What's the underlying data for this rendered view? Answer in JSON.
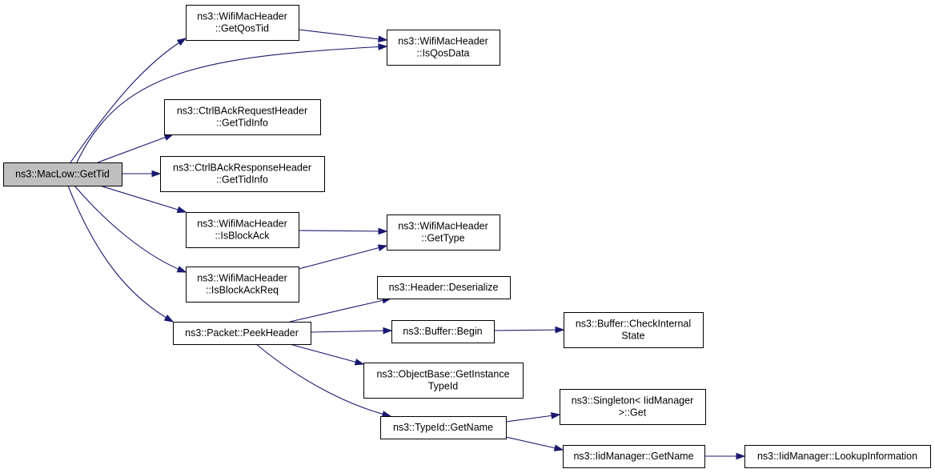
{
  "colors": {
    "edge": "#191970",
    "root_fill": "#bfbfbf",
    "node_fill": "#ffffff",
    "border": "#000000"
  },
  "nodes": [
    {
      "id": "getTid",
      "lines": [
        "ns3::MacLow::GetTid"
      ],
      "root": true
    },
    {
      "id": "getQosTid",
      "lines": [
        "ns3::WifiMacHeader",
        "::GetQosTid"
      ]
    },
    {
      "id": "isQosData",
      "lines": [
        "ns3::WifiMacHeader",
        "::IsQosData"
      ]
    },
    {
      "id": "reqTidInfo",
      "lines": [
        "ns3::CtrlBAckRequestHeader",
        "::GetTidInfo"
      ]
    },
    {
      "id": "respTidInfo",
      "lines": [
        "ns3::CtrlBAckResponseHeader",
        "::GetTidInfo"
      ]
    },
    {
      "id": "isBlockAck",
      "lines": [
        "ns3::WifiMacHeader",
        "::IsBlockAck"
      ]
    },
    {
      "id": "getType",
      "lines": [
        "ns3::WifiMacHeader",
        "::GetType"
      ]
    },
    {
      "id": "isBlockAckReq",
      "lines": [
        "ns3::WifiMacHeader",
        "::IsBlockAckReq"
      ]
    },
    {
      "id": "deserialize",
      "lines": [
        "ns3::Header::Deserialize"
      ]
    },
    {
      "id": "peekHeader",
      "lines": [
        "ns3::Packet::PeekHeader"
      ]
    },
    {
      "id": "bufferBegin",
      "lines": [
        "ns3::Buffer::Begin"
      ]
    },
    {
      "id": "checkInternal",
      "lines": [
        "ns3::Buffer::CheckInternal",
        "State"
      ]
    },
    {
      "id": "getInstanceTypeId",
      "lines": [
        "ns3::ObjectBase::GetInstance",
        "TypeId"
      ]
    },
    {
      "id": "singletonGet",
      "lines": [
        "ns3::Singleton< IidManager",
        ">::Get"
      ]
    },
    {
      "id": "typeIdGetName",
      "lines": [
        "ns3::TypeId::GetName"
      ]
    },
    {
      "id": "iidGetName",
      "lines": [
        "ns3::IidManager::GetName"
      ]
    },
    {
      "id": "lookupInfo",
      "lines": [
        "ns3::IidManager::LookupInformation"
      ]
    }
  ],
  "edges": [
    [
      "getTid",
      "getQosTid"
    ],
    [
      "getTid",
      "isQosData"
    ],
    [
      "getQosTid",
      "isQosData"
    ],
    [
      "getTid",
      "reqTidInfo"
    ],
    [
      "getTid",
      "respTidInfo"
    ],
    [
      "getTid",
      "isBlockAck"
    ],
    [
      "getTid",
      "isBlockAckReq"
    ],
    [
      "getTid",
      "peekHeader"
    ],
    [
      "isBlockAck",
      "getType"
    ],
    [
      "isBlockAckReq",
      "getType"
    ],
    [
      "peekHeader",
      "deserialize"
    ],
    [
      "peekHeader",
      "bufferBegin"
    ],
    [
      "peekHeader",
      "getInstanceTypeId"
    ],
    [
      "peekHeader",
      "typeIdGetName"
    ],
    [
      "bufferBegin",
      "checkInternal"
    ],
    [
      "typeIdGetName",
      "singletonGet"
    ],
    [
      "typeIdGetName",
      "iidGetName"
    ],
    [
      "iidGetName",
      "lookupInfo"
    ]
  ]
}
